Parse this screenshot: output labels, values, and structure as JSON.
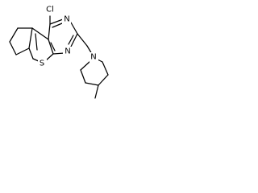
{
  "molecule": {
    "atoms": {
      "chlorine": "Cl",
      "nitrogen_top": "N",
      "nitrogen_bottom": "N",
      "sulfur": "S",
      "nitrogen_piperidine": "N"
    }
  }
}
